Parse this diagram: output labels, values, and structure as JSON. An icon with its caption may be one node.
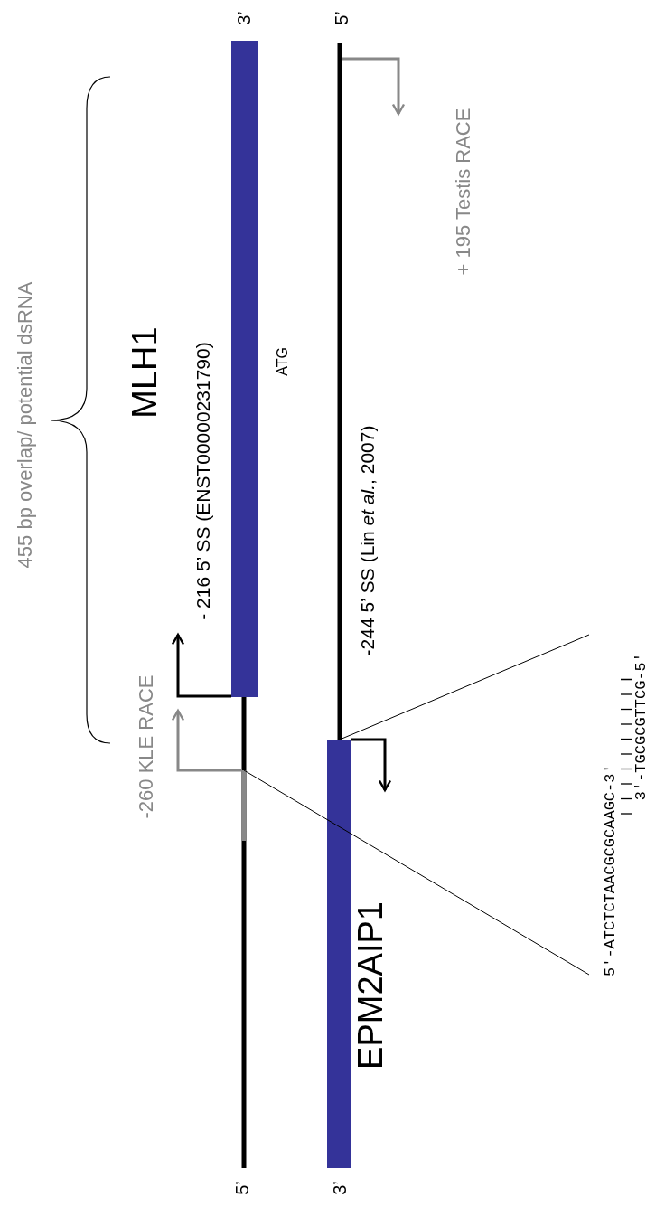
{
  "diagram": {
    "nodes": [
      {
        "text": [
          "5′-ATCTCTAACGCGCAAGC-3′",
          "3′-TGCGCGTTCG-5′"
        ]
      },
      {
        "text": [],
        "shape": "bar"
      },
      {
        "text": [],
        "shape": "bar"
      }
    ],
    "edges": [
      {
        "from": 0,
        "to": 1,
        "arrow": "none"
      },
      {
        "from": 0,
        "to": 2,
        "arrow": "none"
      }
    ],
    "labels": [
      "3’",
      "5’",
      "455 bp overlap/ potential dsRNA",
      "MLH1",
      "ATG",
      "- 216 5’ SS (ENST00000231790)",
      "+ 195 Testis RACE",
      "-244 5’ SS (Lin *et al.*, 2007)",
      "-260 KLE RACE",
      "EPM2AIP1",
      "5’",
      "3’"
    ]
  }
}
